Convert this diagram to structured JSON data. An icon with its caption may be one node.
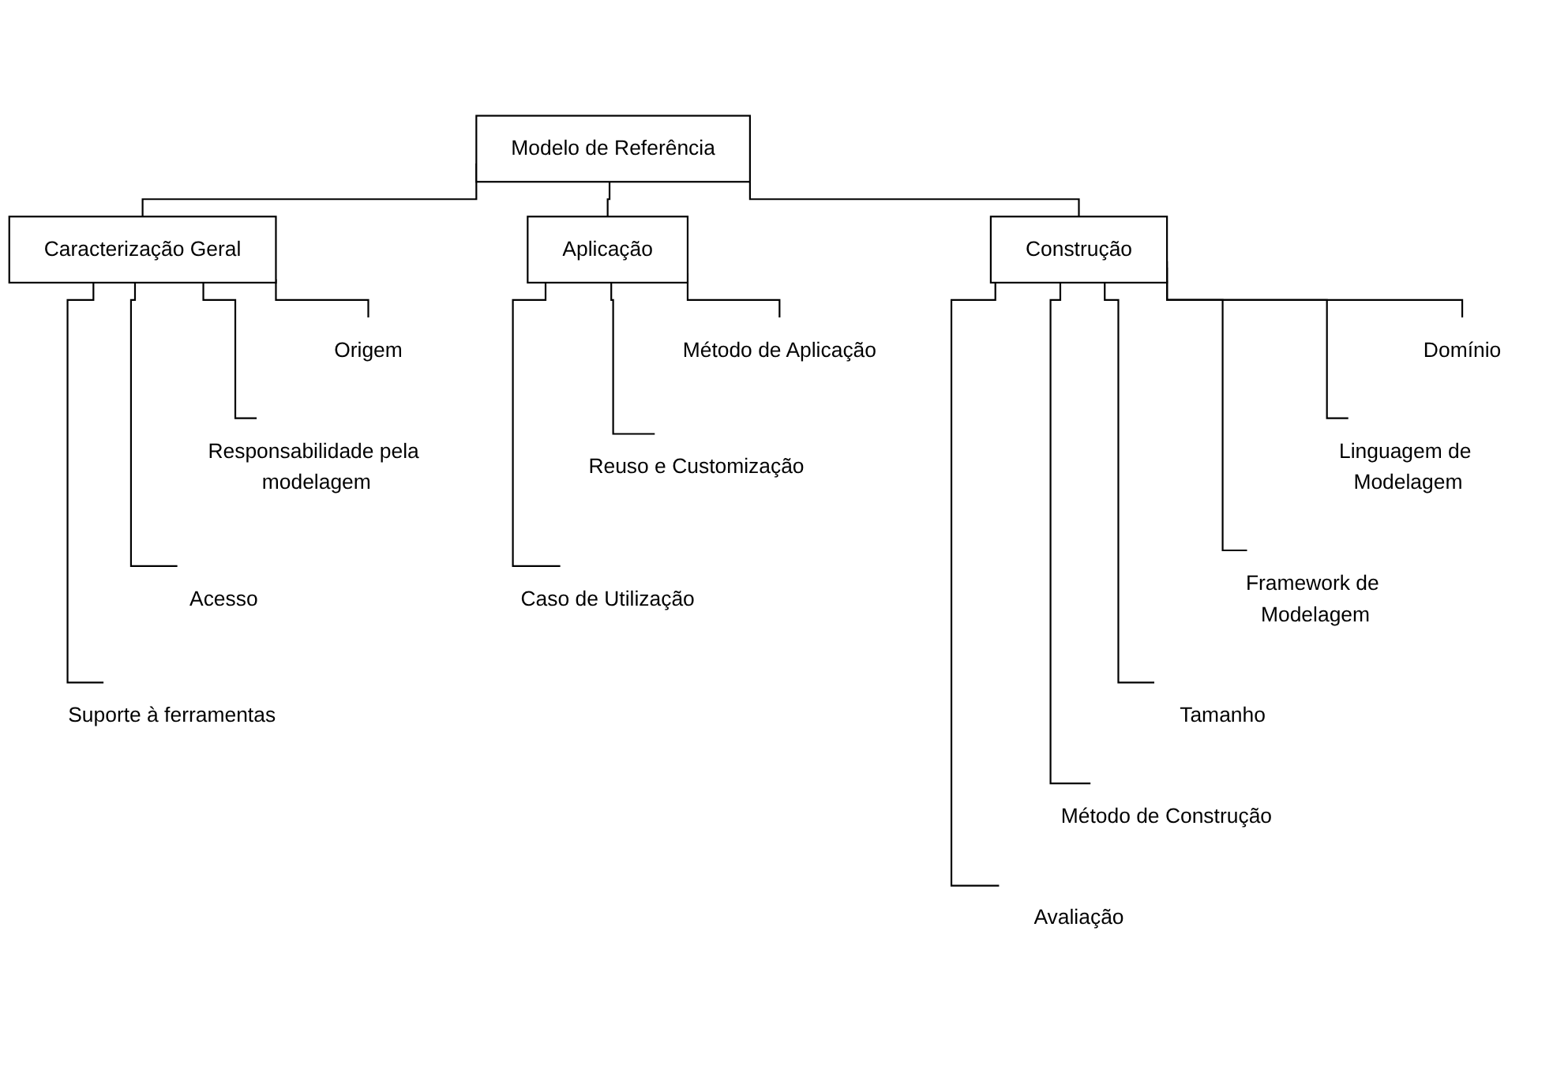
{
  "diagram": {
    "nodes": [
      {
        "text": [
          "Modelo de Referência"
        ]
      },
      {
        "text": [
          "Caracterização Geral"
        ]
      },
      {
        "text": [
          "Construção"
        ]
      },
      {
        "text": [
          "Aplicação"
        ]
      },
      {
        "text": [
          "Origem"
        ]
      },
      {
        "text": [
          "Responsabilidade pela modelagem"
        ]
      },
      {
        "text": [
          "Acesso"
        ]
      },
      {
        "text": [
          "Suporte à ferramentas"
        ]
      },
      {
        "text": [
          "Domínio"
        ]
      },
      {
        "text": [
          "Linguagem de Modelagem"
        ]
      },
      {
        "text": [
          "Framework de Modelagem"
        ]
      },
      {
        "text": [
          "Tamanho"
        ]
      },
      {
        "text": [
          "Método de Construção"
        ]
      },
      {
        "text": [
          "Avaliação"
        ]
      },
      {
        "text": [
          "Método de Aplicação"
        ]
      },
      {
        "text": [
          "Reuso e Customização"
        ]
      },
      {
        "text": [
          "Caso de Utilização"
        ]
      }
    ],
    "edges": [
      {
        "from": 0,
        "to": 1,
        "arrow": "none"
      },
      {
        "from": 0,
        "to": 2,
        "arrow": "none"
      },
      {
        "from": 0,
        "to": 3,
        "arrow": "none"
      },
      {
        "from": 1,
        "to": 4,
        "arrow": "none"
      },
      {
        "from": 1,
        "to": 5,
        "arrow": "none"
      },
      {
        "from": 1,
        "to": 6,
        "arrow": "none"
      },
      {
        "from": 1,
        "to": 7,
        "arrow": "none"
      },
      {
        "from": 2,
        "to": 8,
        "arrow": "none"
      },
      {
        "from": 2,
        "to": 9,
        "arrow": "none"
      },
      {
        "from": 2,
        "to": 10,
        "arrow": "none"
      },
      {
        "from": 2,
        "to": 11,
        "arrow": "none"
      },
      {
        "from": 2,
        "to": 12,
        "arrow": "none"
      },
      {
        "from": 2,
        "to": 13,
        "arrow": "none"
      },
      {
        "from": 3,
        "to": 14,
        "arrow": "none"
      },
      {
        "from": 3,
        "to": 15,
        "arrow": "none"
      },
      {
        "from": 3,
        "to": 16,
        "arrow": "none"
      }
    ]
  }
}
